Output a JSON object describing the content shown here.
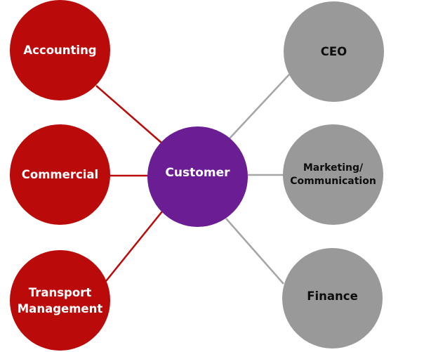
{
  "diagram": {
    "center": {
      "label": "Customer",
      "color": "#6B1E94"
    },
    "left_nodes": [
      {
        "label_lines": [
          "Accounting"
        ],
        "color": "#BB0A0A"
      },
      {
        "label_lines": [
          "Commercial"
        ],
        "color": "#BB0A0A"
      },
      {
        "label_lines": [
          "Transport",
          "Management"
        ],
        "color": "#BB0A0A"
      }
    ],
    "right_nodes": [
      {
        "label_lines": [
          "CEO"
        ],
        "color": "#999999"
      },
      {
        "label_lines": [
          "Marketing/",
          "Communication"
        ],
        "color": "#999999"
      },
      {
        "label_lines": [
          "Finance"
        ],
        "color": "#999999"
      }
    ],
    "link_colors": {
      "left": "#BB0A0A",
      "right": "#A6A6A6"
    }
  }
}
